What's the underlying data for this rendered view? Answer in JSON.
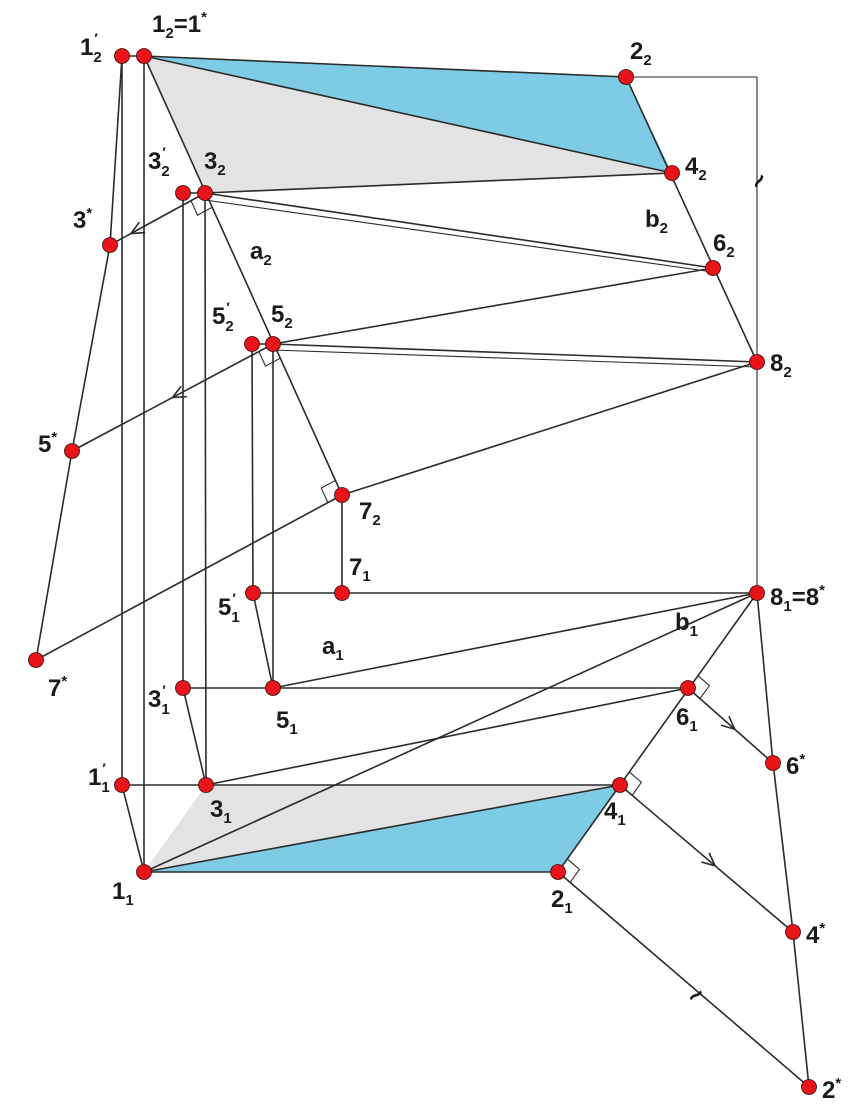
{
  "points": [
    {
      "id": "1_2p",
      "base": "1",
      "prime": true,
      "sub": "2",
      "sup": "",
      "after": ""
    },
    {
      "id": "1_2",
      "base": "1",
      "prime": false,
      "sub": "2",
      "sup": "*",
      "after": "=1"
    },
    {
      "id": "2_2",
      "base": "2",
      "prime": false,
      "sub": "2",
      "sup": "",
      "after": ""
    },
    {
      "id": "3_2p",
      "base": "3",
      "prime": true,
      "sub": "2",
      "sup": "",
      "after": ""
    },
    {
      "id": "3_2",
      "base": "3",
      "prime": false,
      "sub": "2",
      "sup": "",
      "after": ""
    },
    {
      "id": "4_2",
      "base": "4",
      "prime": false,
      "sub": "2",
      "sup": "",
      "after": ""
    },
    {
      "id": "3s",
      "base": "3",
      "prime": false,
      "sub": "",
      "sup": "*",
      "after": ""
    },
    {
      "id": "6_2",
      "base": "6",
      "prime": false,
      "sub": "2",
      "sup": "",
      "after": ""
    },
    {
      "id": "5_2p",
      "base": "5",
      "prime": true,
      "sub": "2",
      "sup": "",
      "after": ""
    },
    {
      "id": "5_2",
      "base": "5",
      "prime": false,
      "sub": "2",
      "sup": "",
      "after": ""
    },
    {
      "id": "8_2",
      "base": "8",
      "prime": false,
      "sub": "2",
      "sup": "",
      "after": ""
    },
    {
      "id": "5s",
      "base": "5",
      "prime": false,
      "sub": "",
      "sup": "*",
      "after": ""
    },
    {
      "id": "7_2",
      "base": "7",
      "prime": false,
      "sub": "2",
      "sup": "",
      "after": ""
    },
    {
      "id": "5_1p",
      "base": "5",
      "prime": true,
      "sub": "1",
      "sup": "",
      "after": ""
    },
    {
      "id": "7_1",
      "base": "7",
      "prime": false,
      "sub": "1",
      "sup": "",
      "after": ""
    },
    {
      "id": "8_1",
      "base": "8",
      "prime": false,
      "sub": "1",
      "sup": "*",
      "after": "=8"
    },
    {
      "id": "7s",
      "base": "7",
      "prime": false,
      "sub": "",
      "sup": "*",
      "after": ""
    },
    {
      "id": "3_1p",
      "base": "3",
      "prime": true,
      "sub": "1",
      "sup": "",
      "after": ""
    },
    {
      "id": "5_1",
      "base": "5",
      "prime": false,
      "sub": "1",
      "sup": "",
      "after": ""
    },
    {
      "id": "6_1",
      "base": "6",
      "prime": false,
      "sub": "1",
      "sup": "",
      "after": ""
    },
    {
      "id": "6s",
      "base": "6",
      "prime": false,
      "sub": "",
      "sup": "*",
      "after": ""
    },
    {
      "id": "1_1p",
      "base": "1",
      "prime": true,
      "sub": "1",
      "sup": "",
      "after": ""
    },
    {
      "id": "3_1",
      "base": "3",
      "prime": false,
      "sub": "1",
      "sup": "",
      "after": ""
    },
    {
      "id": "4_1",
      "base": "4",
      "prime": false,
      "sub": "1",
      "sup": "",
      "after": ""
    },
    {
      "id": "1_1",
      "base": "1",
      "prime": false,
      "sub": "1",
      "sup": "",
      "after": ""
    },
    {
      "id": "2_1",
      "base": "2",
      "prime": false,
      "sub": "1",
      "sup": "",
      "after": ""
    },
    {
      "id": "4s",
      "base": "4",
      "prime": false,
      "sub": "",
      "sup": "*",
      "after": ""
    },
    {
      "id": "2s",
      "base": "2",
      "prime": false,
      "sub": "",
      "sup": "*",
      "after": ""
    }
  ],
  "line_labels": [
    {
      "id": "a2",
      "base": "a",
      "sub": "2"
    },
    {
      "id": "b2",
      "base": "b",
      "sub": "2"
    },
    {
      "id": "a1",
      "base": "a",
      "sub": "1"
    },
    {
      "id": "b1",
      "base": "b",
      "sub": "1"
    }
  ],
  "break_marks": [
    "~",
    "~"
  ],
  "colors": {
    "plane_blue": "#7ecbe6",
    "plane_gray": "#e3e3e3",
    "point_fill": "#e8141a",
    "line": "#2b2b2b"
  }
}
